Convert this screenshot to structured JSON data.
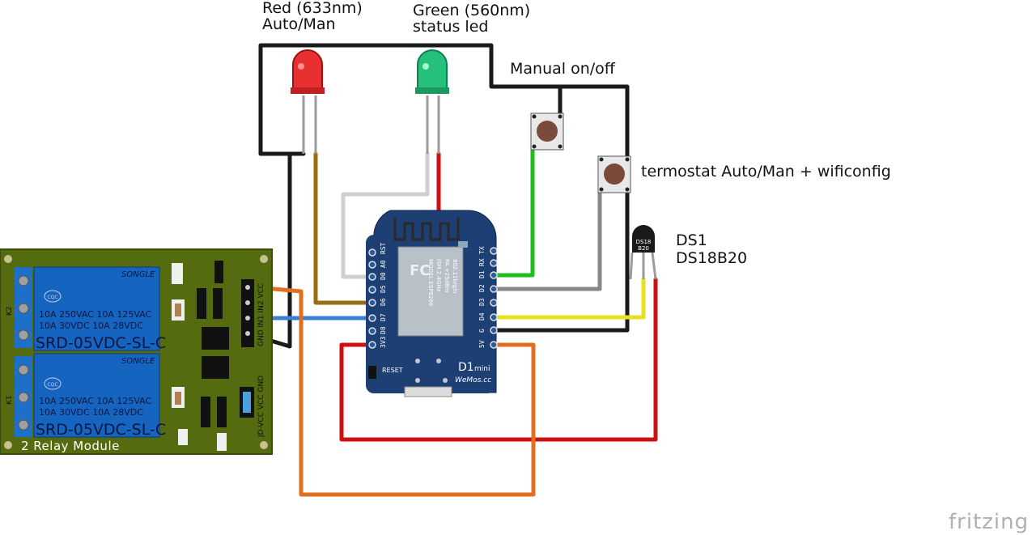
{
  "labels": {
    "red_led_line1": "Red (633nm)",
    "red_led_line2": "Auto/Man",
    "green_led_line1": "Green (560nm)",
    "green_led_line2": "status led",
    "manual_button": "Manual on/off",
    "termostat_button": "termostat Auto/Man + wificonfig",
    "sensor_id": "DS1",
    "sensor_model": "DS18B20",
    "sensor_chip": "DS18",
    "sensor_chip2": "B20"
  },
  "relay_module": {
    "title": "2 Relay Module",
    "brand": "SONGLE",
    "cert": "CQC",
    "spec_line1": "10A 250VAC  10A 125VAC",
    "spec_line2": "10A  30VDC  10A  28VDC",
    "model": "SRD-05VDC-SL-C",
    "k2": "K2",
    "k1": "K1",
    "header_top": "GND IN1 IN2 VCC",
    "header_bottom": "JD-VCC VCC GND"
  },
  "board": {
    "name": "D1",
    "name_suffix": "mini",
    "maker": "WeMos.cc",
    "reset": "RESET",
    "module_line1": "MODEL ESP8266",
    "module_line2": "ISM 2.4GHz",
    "module_line3": "PA +25dBm",
    "module_line4": "802.11b/g/n",
    "fc": "FC",
    "left_pins": [
      "RST",
      "A0",
      "D0",
      "D5",
      "D6",
      "D7",
      "D8",
      "3V3"
    ],
    "right_pins": [
      "TX",
      "RX",
      "D1",
      "D2",
      "D3",
      "D4",
      "G",
      "5V"
    ]
  },
  "watermark": "fritzing",
  "colors": {
    "wire_black": "#1a1a1a",
    "wire_red": "#cc1111",
    "wire_green": "#22bb22",
    "wire_gray": "#888888",
    "wire_white": "#cfcfcf",
    "wire_brown": "#9a6b12",
    "wire_blue": "#3a7fd0",
    "wire_yellow": "#e8e020",
    "wire_orange": "#e07020",
    "relay_pcb": "#556b10",
    "relay_blue": "#1565c0",
    "board_blue": "#1d3f73"
  }
}
